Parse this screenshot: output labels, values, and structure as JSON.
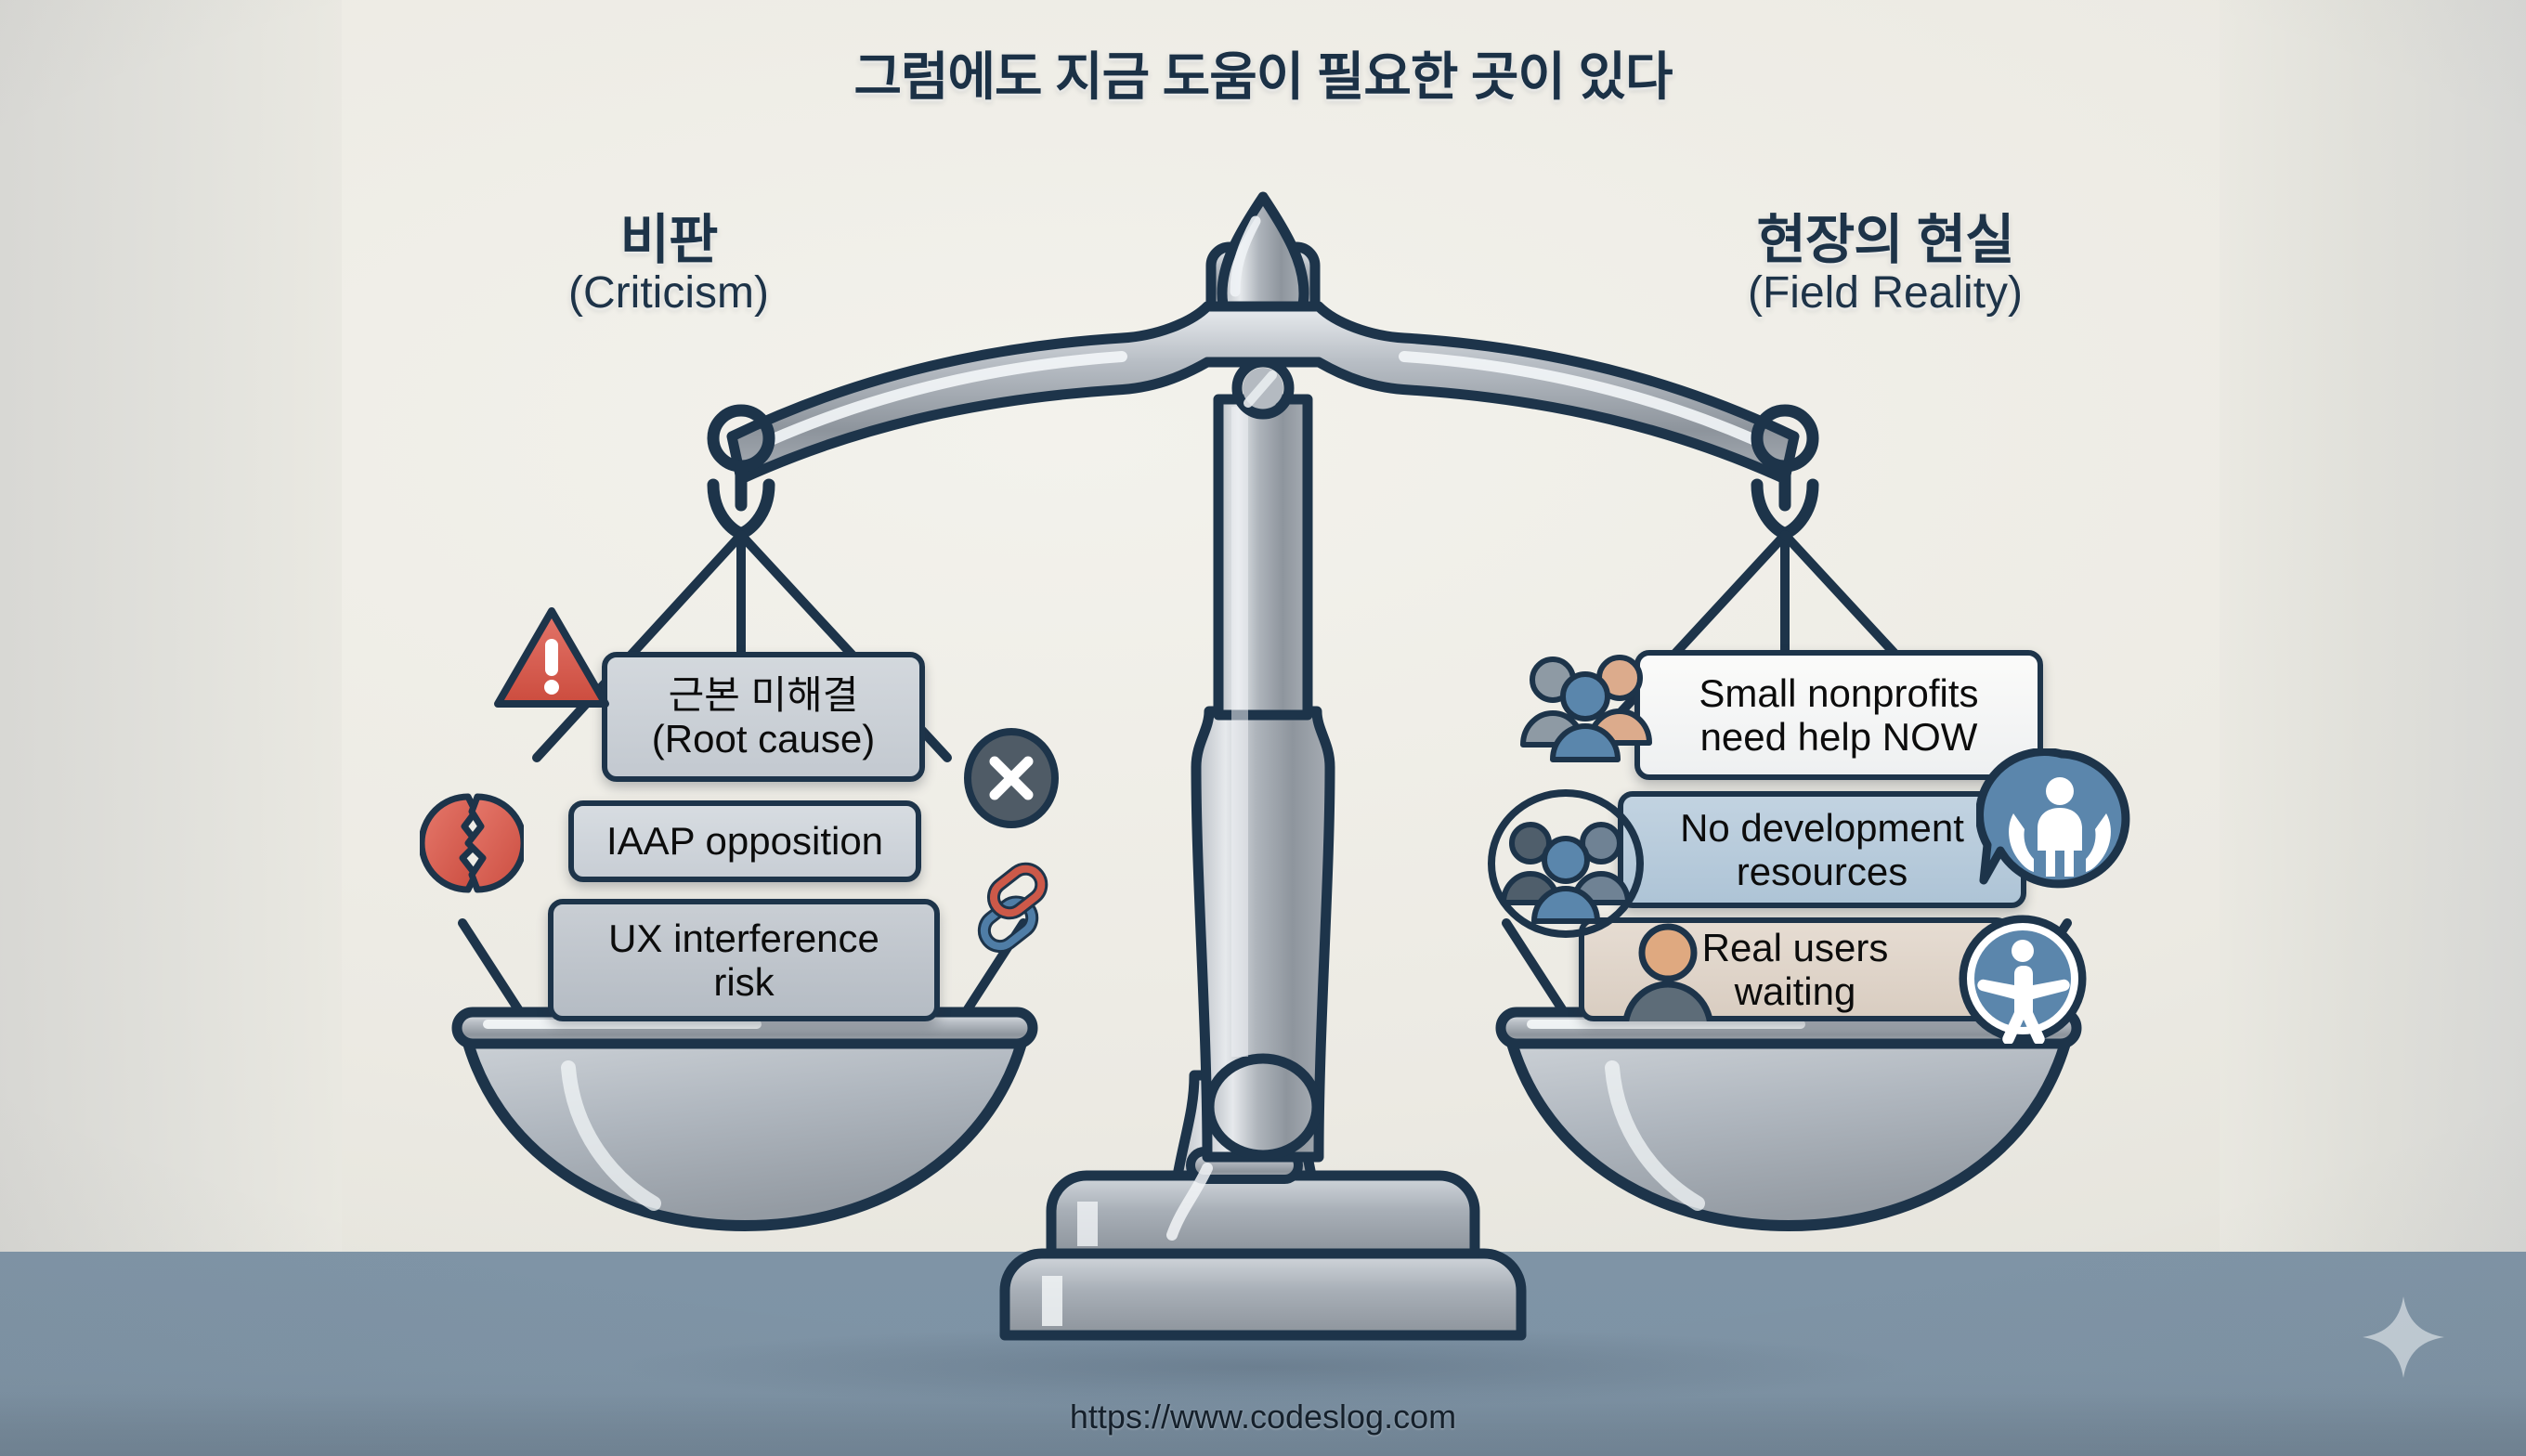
{
  "title": "그럼에도 지금 도움이 필요한 곳이 있다",
  "footer": {
    "url": "https://www.codeslog.com"
  },
  "colors": {
    "ink": "#1d344a",
    "background_top": "#eceae3",
    "background_band": "#7e93a5",
    "accent_red": "#d8584a",
    "accent_blue": "#5b87ad",
    "card_left": "#c6ccd3",
    "card_right_highlight": "#aec4d6",
    "card_right_warm": "#dccec2"
  },
  "left_side": {
    "heading_ko": "비판",
    "heading_en": "(Criticism)",
    "cards": [
      {
        "line1": "근본 미해결",
        "line2": "(Root cause)"
      },
      {
        "line1": "IAAP opposition",
        "line2": ""
      },
      {
        "line1": "UX interference",
        "line2": "risk"
      }
    ],
    "icons": [
      "warning-triangle-icon",
      "broken-heart-icon",
      "broken-chain-link-icon",
      "x-circle-icon"
    ]
  },
  "right_side": {
    "heading_ko": "현장의 현실",
    "heading_en": "(Field Reality)",
    "cards": [
      {
        "line1": "Small nonprofits",
        "line2": "need help NOW"
      },
      {
        "line1": "No development",
        "line2": "resources"
      },
      {
        "line1": "Real users",
        "line2": "waiting"
      }
    ],
    "icons": [
      "people-group-icon",
      "people-group-circle-icon",
      "care-hands-speech-bubble-icon",
      "accessibility-icon",
      "user-avatar-icon"
    ]
  },
  "illustration": {
    "subject": "balance-scale",
    "state": "level",
    "decoration": "four-point-sparkle"
  }
}
